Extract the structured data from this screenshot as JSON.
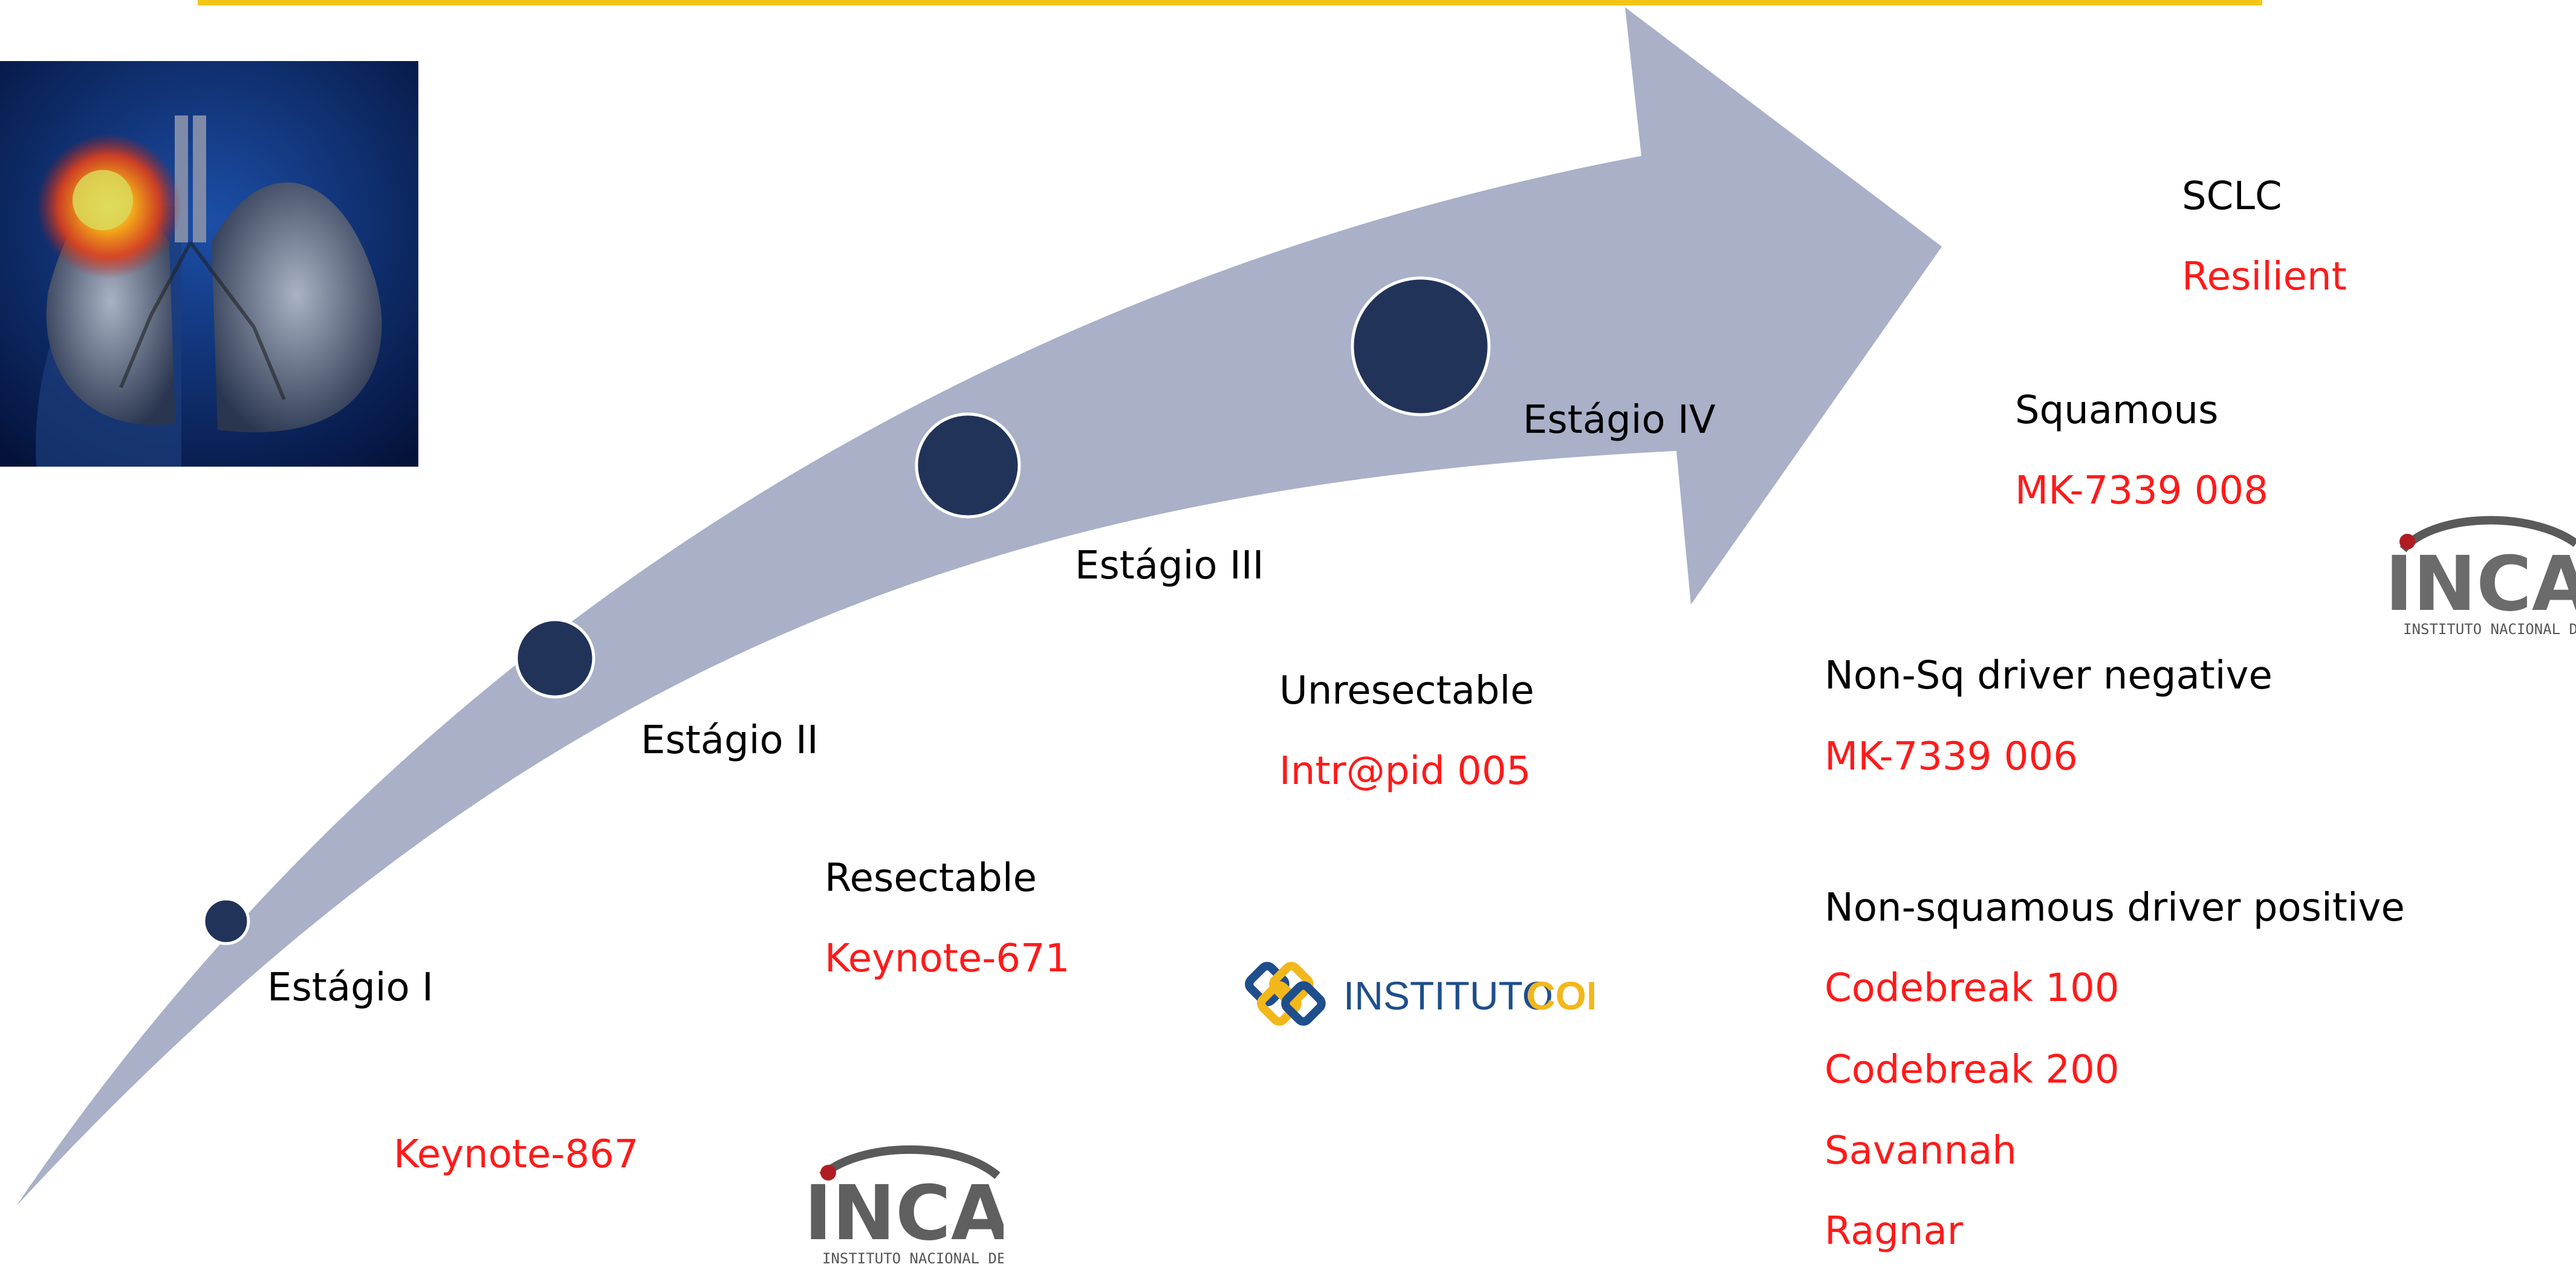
{
  "diagram": {
    "stages": [
      {
        "label": "Estágio I"
      },
      {
        "label": "Estágio II"
      },
      {
        "label": "Estágio III"
      },
      {
        "label": "Estágio IV"
      }
    ],
    "trials": {
      "stage1": "Keynote-867",
      "resectable": {
        "heading": "Resectable",
        "trial": "Keynote-671"
      },
      "unresectable": {
        "heading": "Unresectable",
        "trial": "Intr@pid 005"
      },
      "sclc": {
        "heading": "SCLC",
        "trial": "Resilient"
      },
      "squamous": {
        "heading": "Squamous",
        "trial": "MK-7339 008"
      },
      "nonsq_negative": {
        "heading": "Non-Sq driver negative",
        "trial": "MK-7339 006"
      },
      "nonsq_positive": {
        "heading": "Non-squamous driver positive",
        "trials": [
          "Codebreak 100",
          "Codebreak 200",
          "Savannah",
          "Ragnar"
        ]
      }
    }
  },
  "logos": {
    "inca_text": "INCA",
    "inca_subtitle": "INSTITUTO NACIONAL DE CÂNCER",
    "coi_part1": "INSTITUTO",
    "coi_part2": "COI"
  },
  "colors": {
    "arrow": "#a9b0c8",
    "node": "#223359",
    "trial_text": "#ff1a1a",
    "top_line": "#f5c518"
  }
}
